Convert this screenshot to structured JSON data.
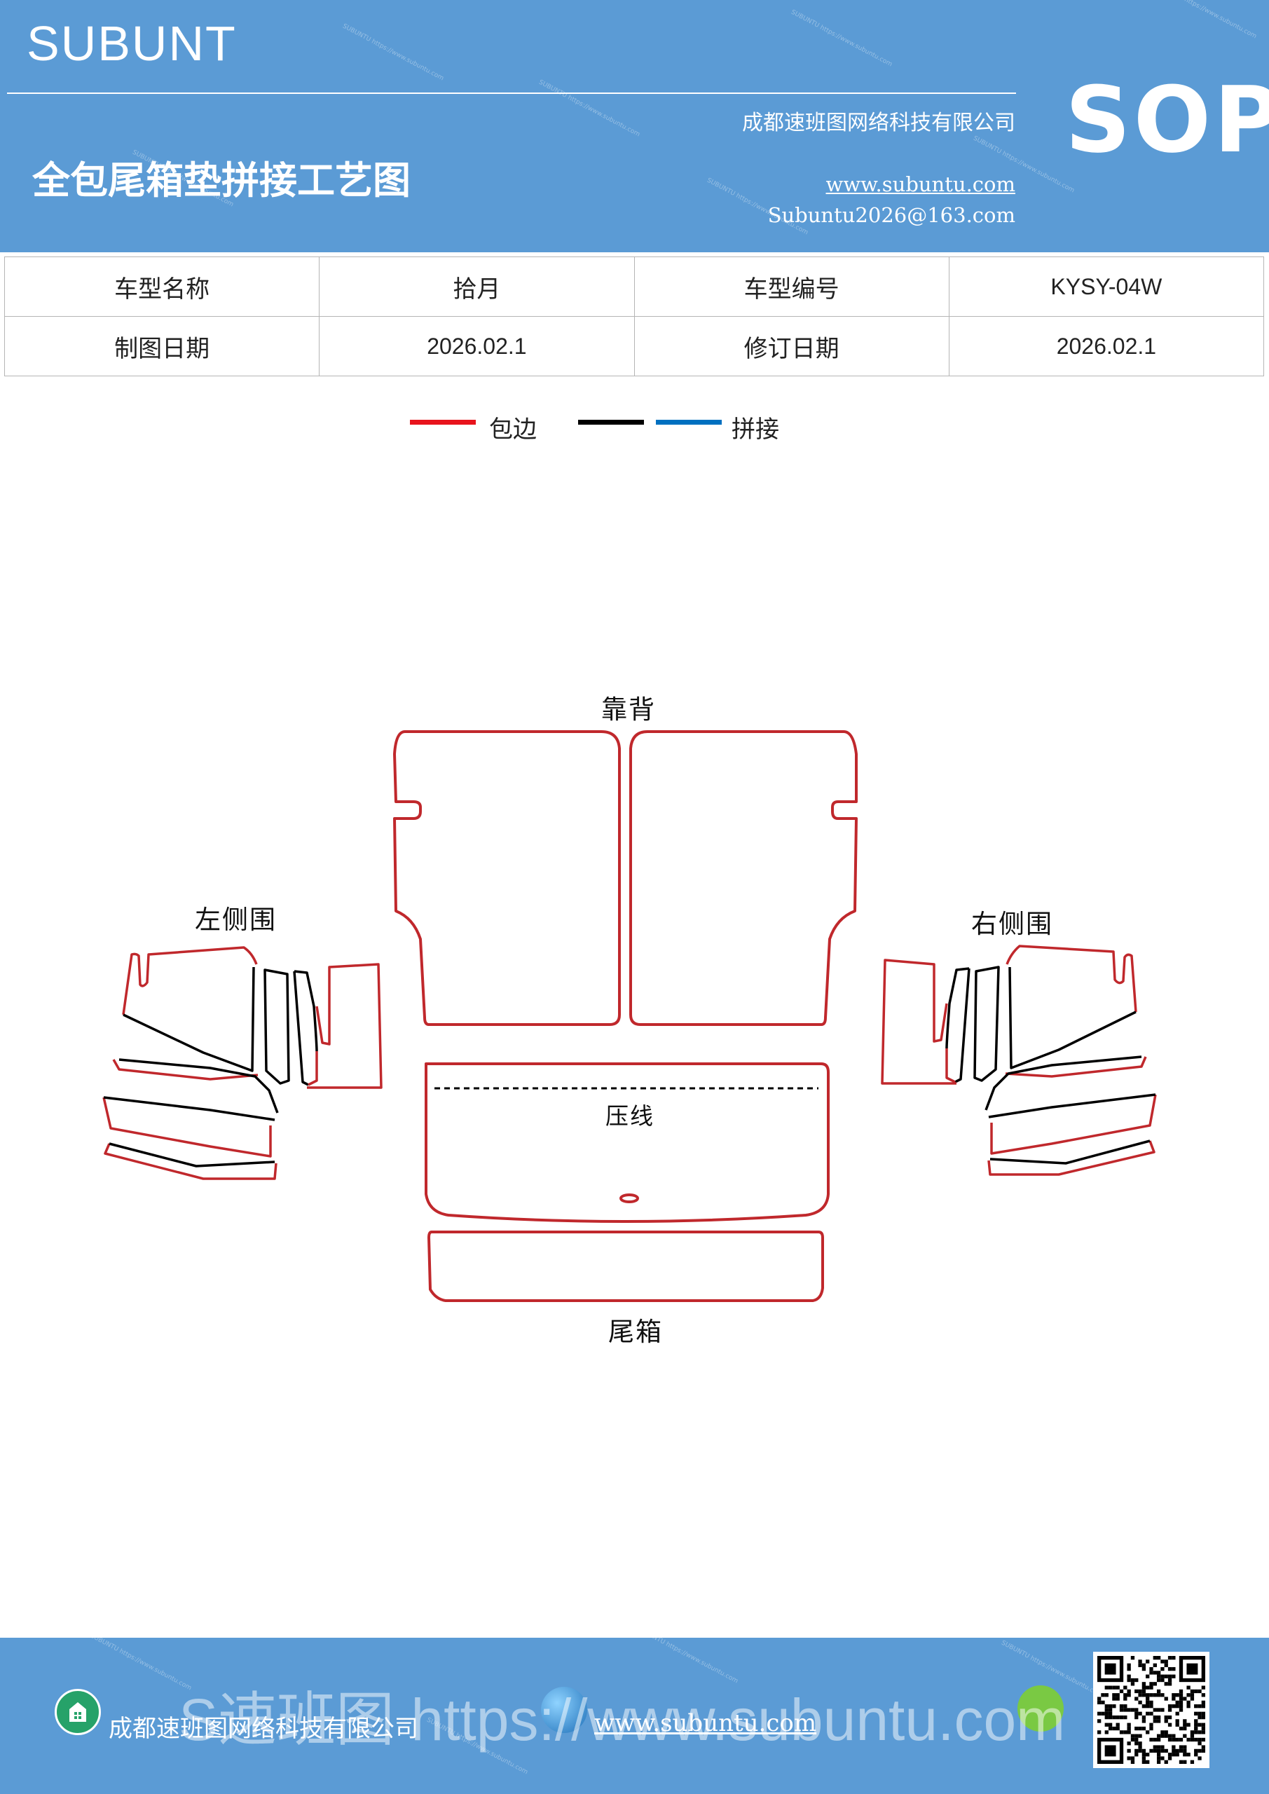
{
  "header": {
    "brand": "SUBUNT",
    "sop": "SOP",
    "company": "成都速班图网络科技有限公司",
    "title": "全包尾箱垫拼接工艺图",
    "website": "www.subuntu.com",
    "email": "Subuntu2026@163.com",
    "watermark_text": "SUBUNTU https://www.subuntu.com"
  },
  "info": {
    "row1": [
      "车型名称",
      "拾月",
      "车型编号",
      "KYSY-04W"
    ],
    "row2": [
      "制图日期",
      "2026.02.1",
      "修订日期",
      "2026.02.1"
    ]
  },
  "legend": {
    "edge_label": "包边",
    "join_label": "拼接",
    "colors": {
      "edge": "#e8141c",
      "black": "#000000",
      "blue": "#0070c0"
    }
  },
  "diagram": {
    "backrest": "靠背",
    "left_side": "左侧围",
    "right_side": "右侧围",
    "crease": "压线",
    "trunk": "尾箱",
    "outline_color": "#c0282c"
  },
  "footer": {
    "company": "成都速班图网络科技有限公司",
    "website": "www.subuntu.com",
    "watermark": "S速班图 https://www.subuntu.com"
  }
}
